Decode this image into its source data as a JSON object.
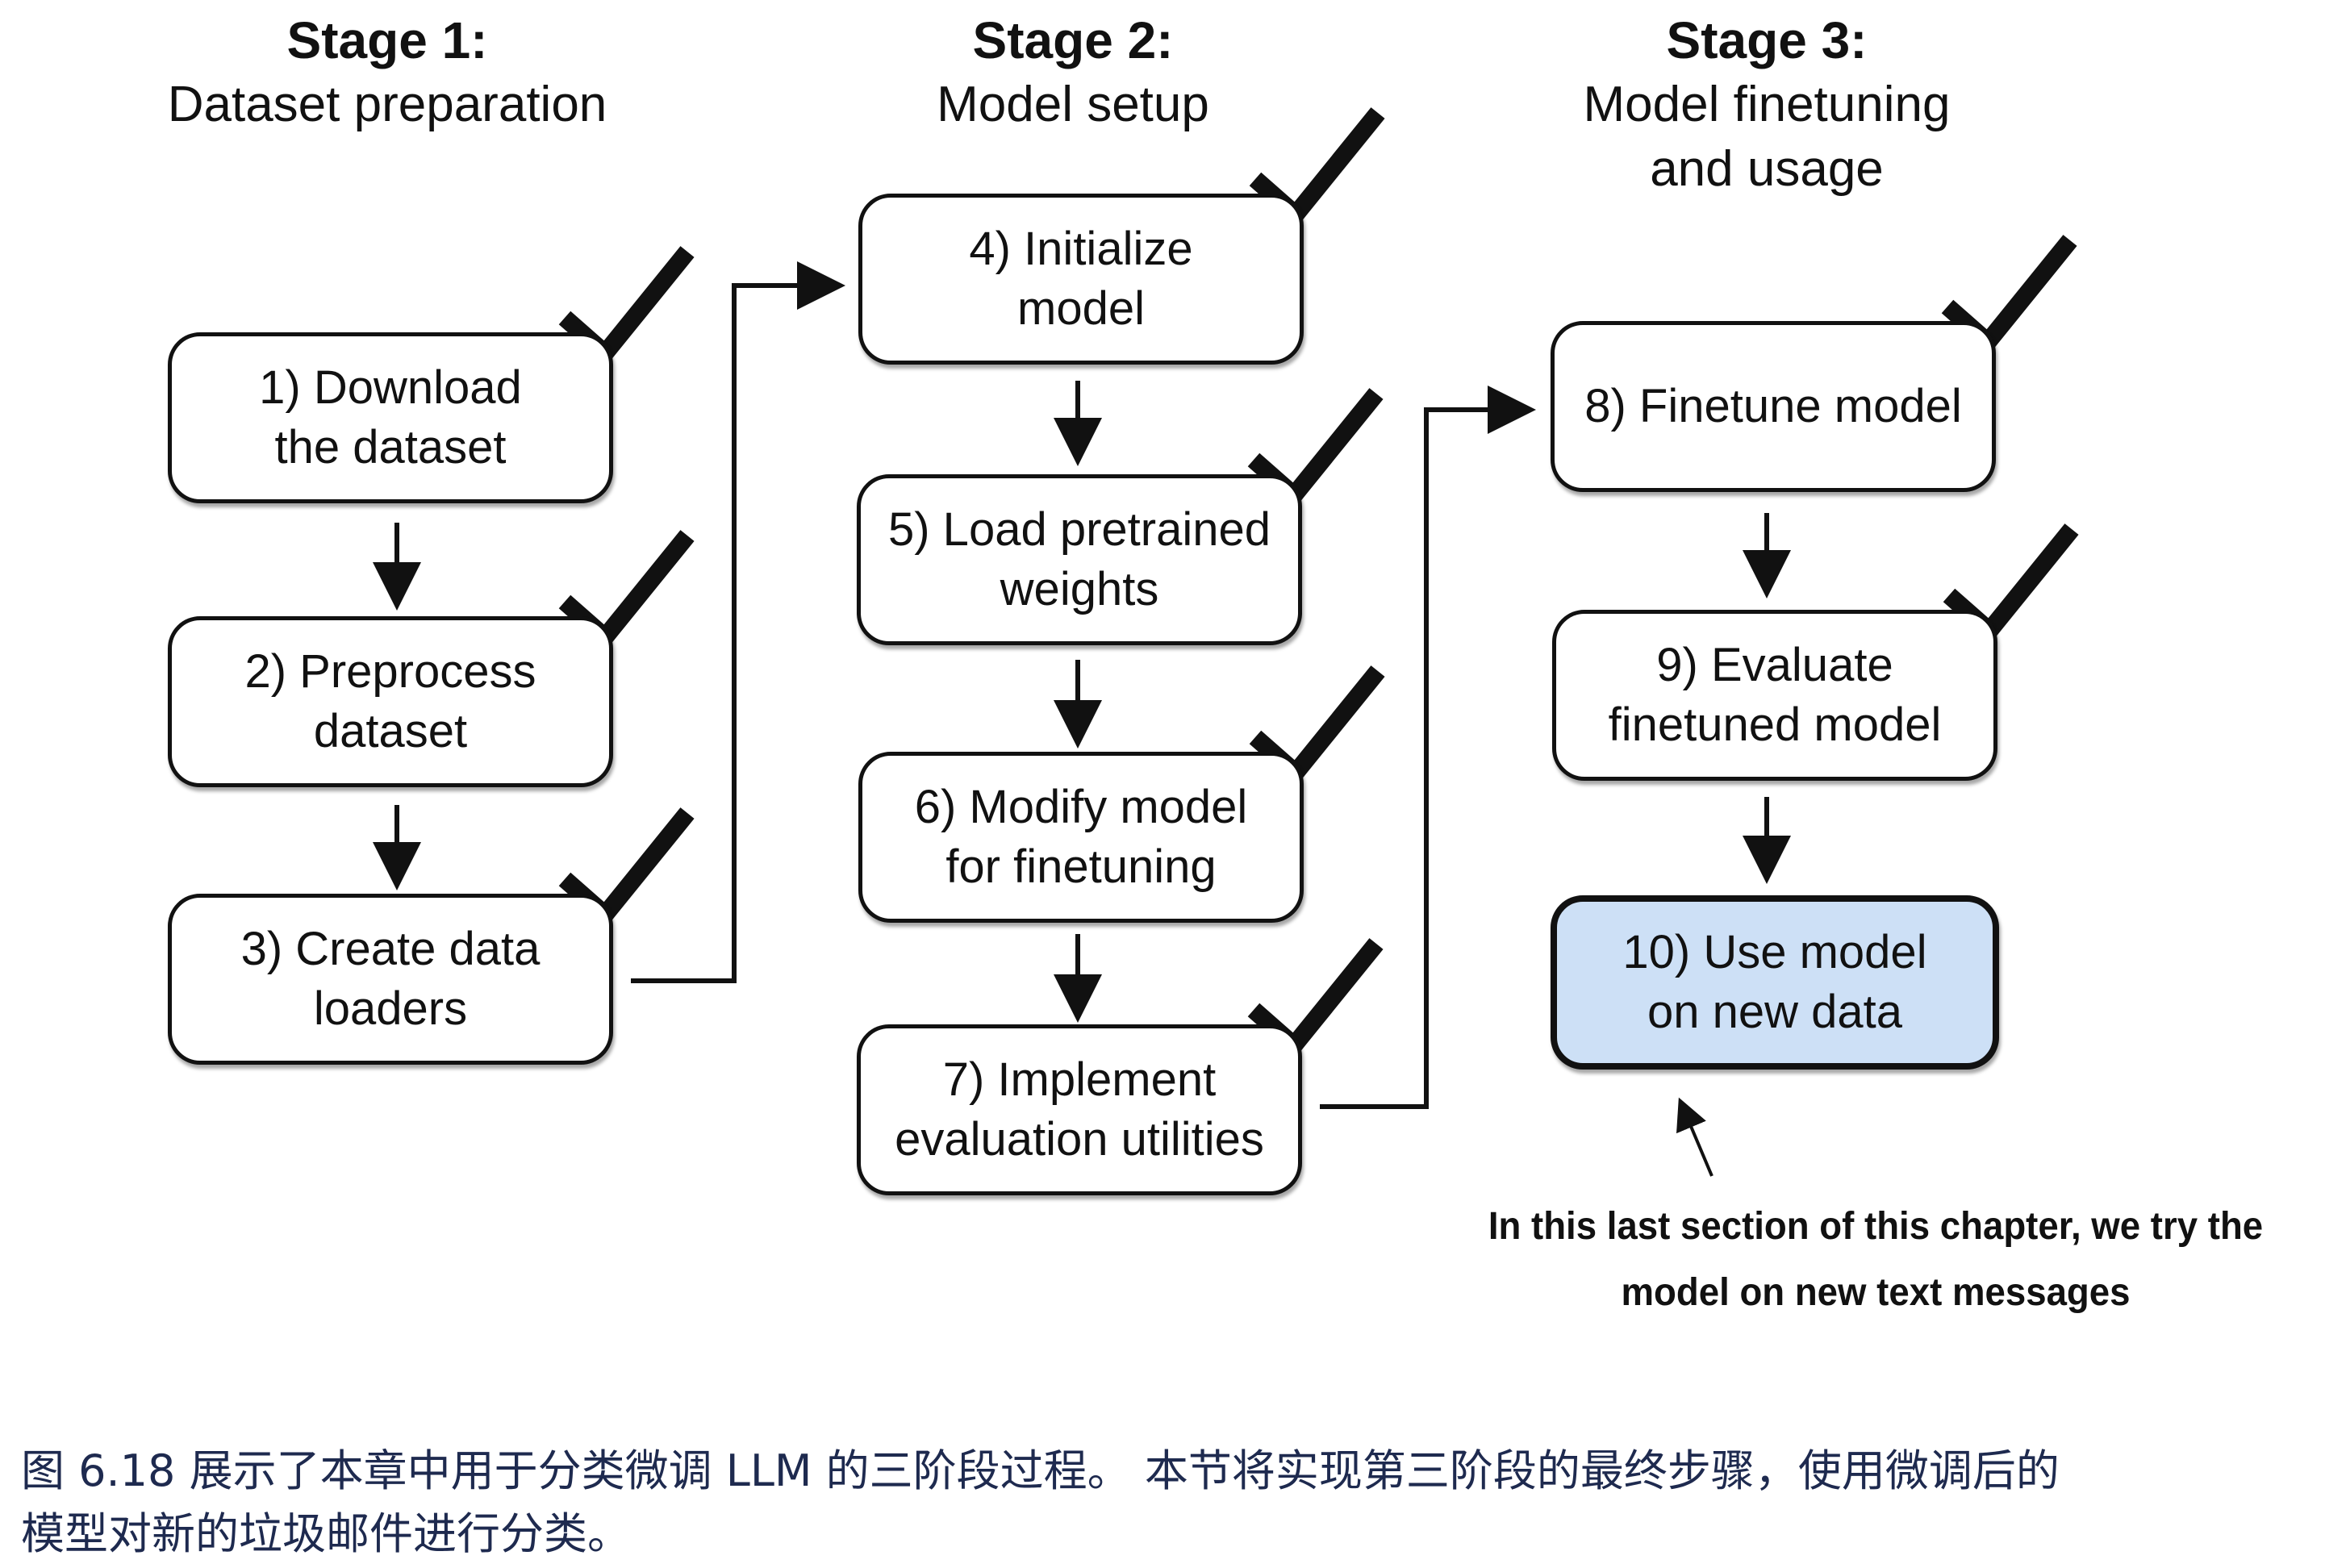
{
  "stages": [
    {
      "title": "Stage 1:",
      "subtitle": [
        "Dataset preparation"
      ]
    },
    {
      "title": "Stage 2:",
      "subtitle": [
        "Model setup"
      ]
    },
    {
      "title": "Stage 3:",
      "subtitle": [
        "Model finetuning",
        "and usage"
      ]
    }
  ],
  "steps": [
    {
      "lines": [
        "1) Download",
        "the dataset"
      ],
      "done": true
    },
    {
      "lines": [
        "2) Preprocess",
        "dataset"
      ],
      "done": true
    },
    {
      "lines": [
        "3) Create data",
        "loaders"
      ],
      "done": true
    },
    {
      "lines": [
        "4) Initialize",
        "model"
      ],
      "done": true
    },
    {
      "lines": [
        "5) Load pretrained",
        "weights"
      ],
      "done": true
    },
    {
      "lines": [
        "6) Modify model",
        "for finetuning"
      ],
      "done": true
    },
    {
      "lines": [
        "7) Implement",
        "evaluation utilities"
      ],
      "done": true
    },
    {
      "lines": [
        "8) Finetune model"
      ],
      "done": true
    },
    {
      "lines": [
        "9) Evaluate",
        "finetuned model"
      ],
      "done": true
    },
    {
      "lines": [
        "10) Use model",
        "on new data"
      ],
      "done": false
    }
  ],
  "annotation": [
    "In this last section of this chapter, we try the",
    "model on new text messages"
  ],
  "caption": [
    "图 6.18 展示了本章中用于分类微调 LLM 的三阶段过程。 本节将实现第三阶段的最终步骤，使用微调后的",
    "模型对新的垃圾邮件进行分类。"
  ],
  "colors": {
    "highlight_fill": "#cde0f6",
    "stroke": "#111111",
    "caption_text": "#1e2a4f"
  }
}
